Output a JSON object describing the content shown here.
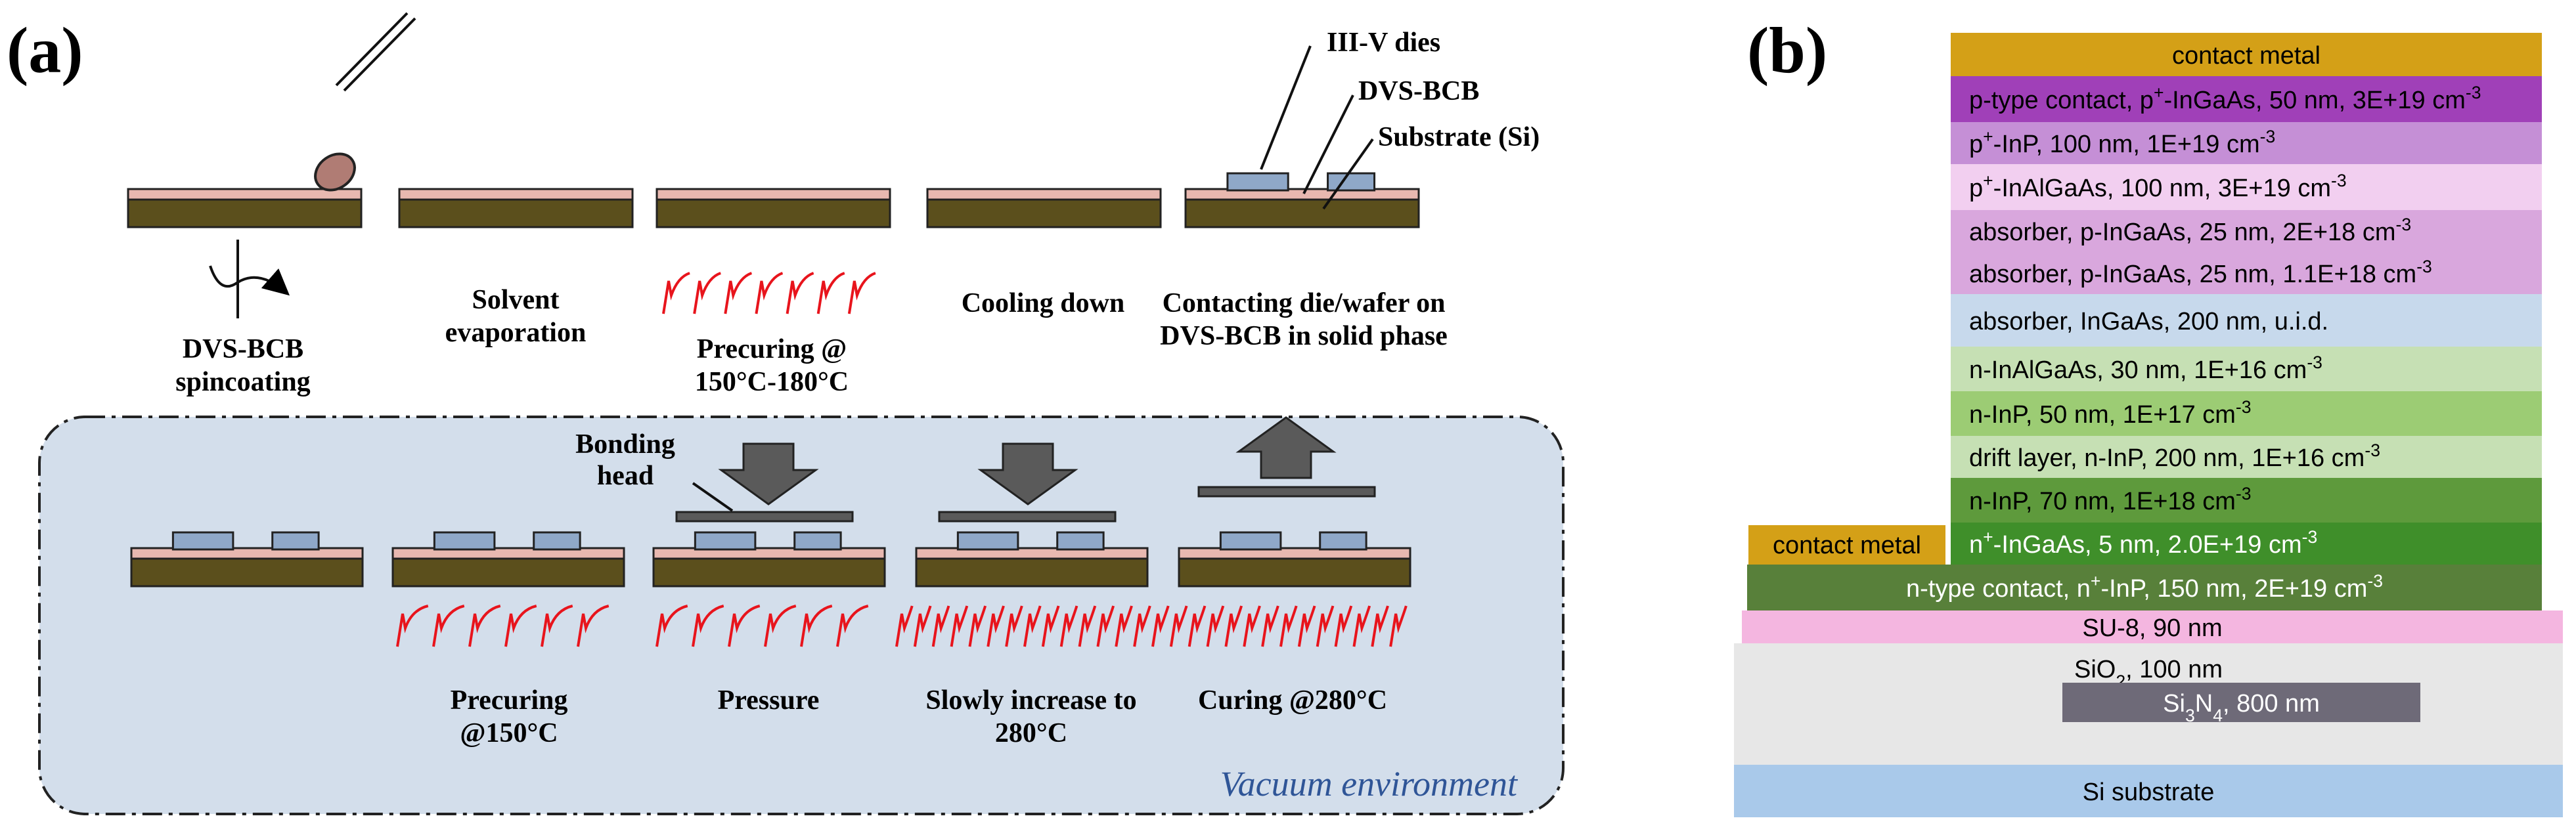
{
  "panel_a": {
    "label": "(a)",
    "steps_top": [
      {
        "lines": [
          "DVS-BCB",
          "spincoating"
        ]
      },
      {
        "lines": [
          "Solvent",
          "evaporation"
        ]
      },
      {
        "lines": [
          "Precuring  @",
          "150°C-180°C"
        ]
      },
      {
        "lines": [
          "Cooling down"
        ]
      },
      {
        "lines": [
          "Contacting die/wafer on",
          "DVS-BCB in solid phase"
        ]
      }
    ],
    "callouts": {
      "dies": "III-V dies",
      "bcb": "DVS-BCB",
      "substrate": "Substrate (Si)"
    },
    "steps_bottom": [
      {
        "lines": [
          ""
        ]
      },
      {
        "lines": [
          "Precuring",
          "@150°C"
        ]
      },
      {
        "lines": [
          "Pressure"
        ]
      },
      {
        "lines": [
          "Slowly increase to",
          "280°C"
        ]
      },
      {
        "lines": [
          "Curing @280°C"
        ]
      }
    ],
    "bonding_head": [
      "Bonding",
      "head"
    ],
    "vacuum_label": "Vacuum environment",
    "colors": {
      "substrate": "#5b4f1c",
      "bcb": "#e8b8b0",
      "die": "#8fa8c8",
      "heat": "#e8141c",
      "vacuum_bg": "#d3deeb",
      "arrow": "#5a5a5a",
      "vacuum_text": "#2f5597"
    }
  },
  "panel_b": {
    "label": "(b)",
    "layers": [
      {
        "segments": [
          {
            "t": "contact metal"
          }
        ],
        "color": "#d4a017"
      },
      {
        "segments": [
          {
            "t": "p-type contact, p"
          },
          {
            "t": "+",
            "sup": true
          },
          {
            "t": "-InGaAs, 50 nm, 3E+19 cm"
          },
          {
            "t": "-3",
            "sup": true
          }
        ],
        "color": "#a040b8"
      },
      {
        "segments": [
          {
            "t": "p"
          },
          {
            "t": "+",
            "sup": true
          },
          {
            "t": "-InP, 100 nm, 1E+19 cm"
          },
          {
            "t": "-3",
            "sup": true
          }
        ],
        "color": "#c58fd6"
      },
      {
        "segments": [
          {
            "t": "p"
          },
          {
            "t": "+",
            "sup": true
          },
          {
            "t": "-InAlGaAs, 100 nm, 3E+19 cm"
          },
          {
            "t": "-3",
            "sup": true
          }
        ],
        "color": "#f2cff0"
      },
      {
        "segments": [
          {
            "t": "absorber, p-InGaAs, 25 nm, 2E+18 cm"
          },
          {
            "t": "-3",
            "sup": true
          }
        ],
        "color": "#d9a7dd"
      },
      {
        "segments": [
          {
            "t": "absorber, p-InGaAs, 25 nm, 1.1E+18 cm"
          },
          {
            "t": "-3",
            "sup": true
          }
        ],
        "color": "#d9a7dd"
      },
      {
        "segments": [
          {
            "t": "absorber, InGaAs, 200 nm, u.i.d."
          }
        ],
        "color": "#c7d9ec"
      },
      {
        "segments": [
          {
            "t": "n-InAlGaAs, 30 nm, 1E+16 cm"
          },
          {
            "t": "-3",
            "sup": true
          }
        ],
        "color": "#c6e0b4"
      },
      {
        "segments": [
          {
            "t": "n-InP, 50 nm, 1E+17 cm"
          },
          {
            "t": "-3",
            "sup": true
          }
        ],
        "color": "#9ccc74"
      },
      {
        "segments": [
          {
            "t": "drift layer, n-InP, 200 nm, 1E+16 cm"
          },
          {
            "t": "-3",
            "sup": true
          }
        ],
        "color": "#c6e0b4"
      },
      {
        "segments": [
          {
            "t": "n-InP, 70 nm, 1E+18 cm"
          },
          {
            "t": "-3",
            "sup": true
          }
        ],
        "color": "#5e9a3c"
      },
      {
        "segments": [
          {
            "t": "n"
          },
          {
            "t": "+",
            "sup": true
          },
          {
            "t": "-InGaAs, 5 nm, 2.0E+19 cm"
          },
          {
            "t": "-3",
            "sup": true
          }
        ],
        "color": "#3f8f2a"
      },
      {
        "segments": [
          {
            "t": "n-type contact, n"
          },
          {
            "t": "+",
            "sup": true
          },
          {
            "t": "-InP, 150 nm, 2E+19 cm"
          },
          {
            "t": "-3",
            "sup": true
          }
        ],
        "color": "#58803a"
      },
      {
        "segments": [
          {
            "t": "SU-8, 90 nm"
          }
        ],
        "color": "#f4b6e0"
      },
      {
        "segments": [
          {
            "t": "SiO"
          },
          {
            "t": "2",
            "sub": true
          },
          {
            "t": ", 100 nm"
          }
        ],
        "color": "#e7e7e7"
      },
      {
        "segments": [
          {
            "t": "Si"
          },
          {
            "t": "3",
            "sub": true
          },
          {
            "t": "N"
          },
          {
            "t": "4",
            "sub": true
          },
          {
            "t": ", 800 nm"
          }
        ],
        "color": "#6e6a78"
      },
      {
        "segments": [
          {
            "t": "Si substrate"
          }
        ],
        "color": "#a9c9ea"
      }
    ],
    "side_contact": {
      "segments": [
        {
          "t": "contact metal"
        }
      ],
      "color": "#d4a017"
    }
  }
}
